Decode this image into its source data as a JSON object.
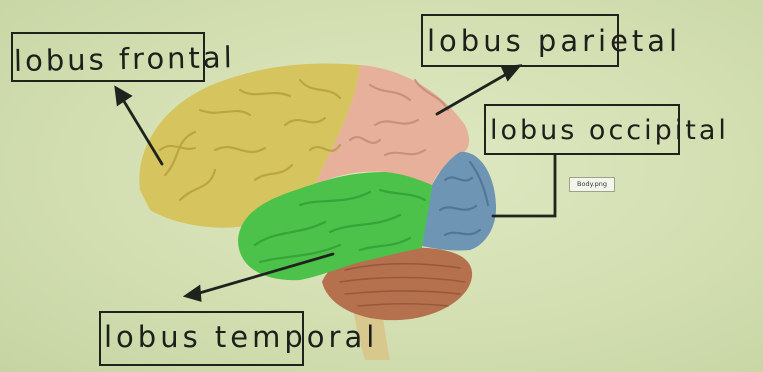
{
  "labels": {
    "frontal": "lobus frontal",
    "parietal": "lobus parietal",
    "occipital": "lobus occipital",
    "temporal": "lobus temporal"
  },
  "file_tag": "Body.png",
  "colors": {
    "frontal": "#d6c45e",
    "parietal": "#e6b09a",
    "occipital": "#6f95b4",
    "temporal": "#4cc24a",
    "cerebellum": "#b5714e",
    "brainstem": "#d8c88e",
    "ink": "#1f231d"
  }
}
